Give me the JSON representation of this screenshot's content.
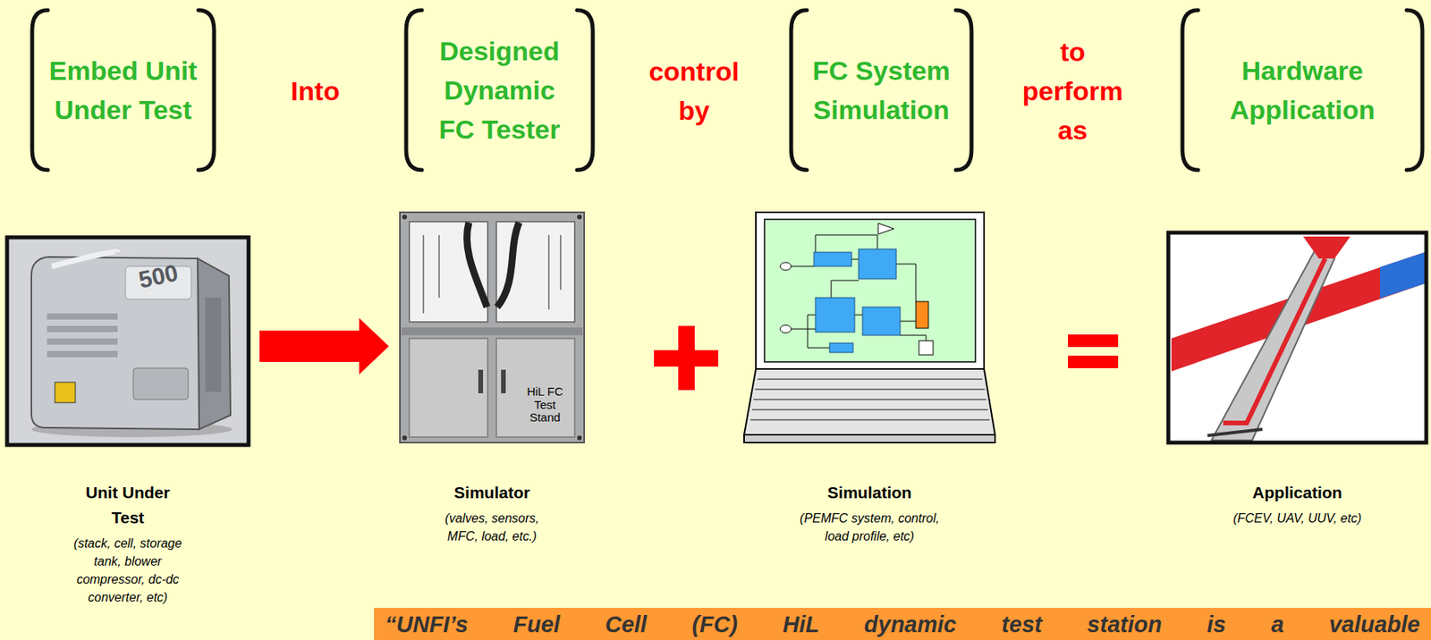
{
  "diagram": {
    "nodes": [
      {
        "text": [
          "Embed Unit Under Test"
        ]
      },
      {
        "text": [
          "Designed Dynamic FC Tester"
        ]
      },
      {
        "text": [
          "FC System Simulation"
        ]
      },
      {
        "text": [
          "Hardware Application"
        ]
      },
      {
        "text": [
          "Unit Under Test",
          "(stack, cell, storage tank, blower compressor, dc-dc converter, etc)"
        ]
      },
      {
        "text": [
          "HiL FC Test Stand",
          "Simulator",
          "(valves, sensors, MFC, load, etc.)"
        ]
      },
      {
        "text": [
          "Simulation",
          "(PEMFC system, control, load profile, etc)"
        ]
      },
      {
        "text": [
          "Application",
          "(FCEV, UAV, UUV, etc)"
        ]
      },
      {
        "text": [
          "“UNFI’s Fuel Cell (FC) HiL dynamic test station is a valuable"
        ]
      }
    ],
    "edges": [
      {
        "from": 4,
        "to": 5,
        "arrow": "to"
      }
    ],
    "labels": [
      "Into",
      "control by",
      "to perform as",
      "500"
    ]
  }
}
